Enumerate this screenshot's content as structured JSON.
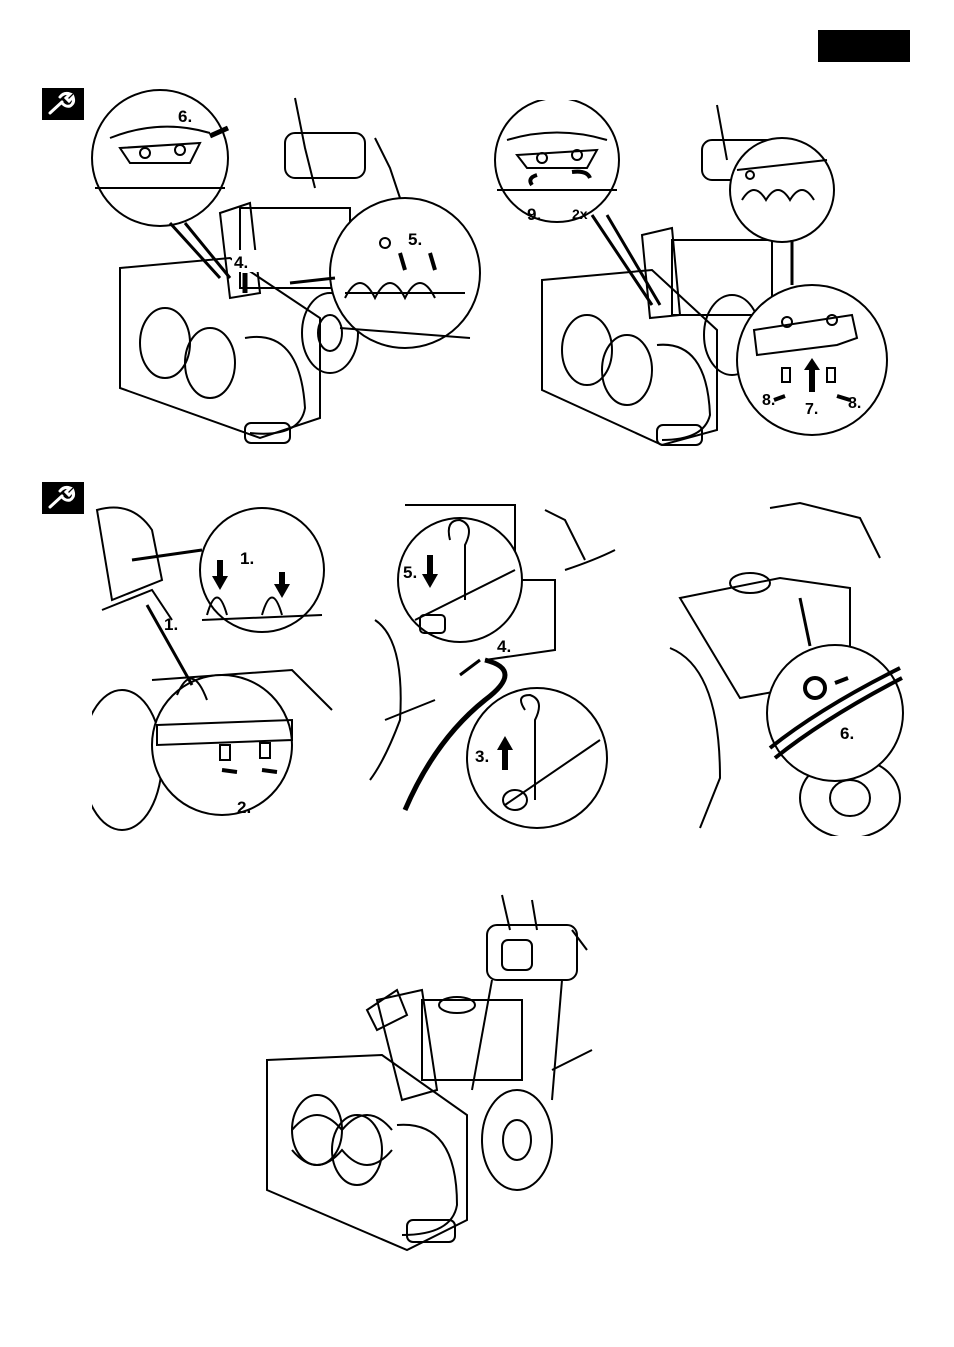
{
  "page": {
    "corner_tab_color": "#000000"
  },
  "section1": {
    "icon": "wrench-icon",
    "left_figure": {
      "labels": {
        "step6": "6.",
        "step5": "5.",
        "step4": "4."
      }
    },
    "right_figure": {
      "labels": {
        "step9": "9.",
        "times": "2x",
        "step8a": "8.",
        "step7": "7.",
        "step8b": "8."
      }
    }
  },
  "section2": {
    "icon": "wrench-icon",
    "panel_left": {
      "labels": {
        "step1a": "1.",
        "step1b": "1.",
        "step2": "2."
      }
    },
    "panel_middle": {
      "labels": {
        "step5": "5.",
        "step4": "4.",
        "step3": "3."
      }
    },
    "panel_right": {
      "labels": {
        "step6": "6."
      }
    }
  },
  "final_figure": {
    "subject": "assembled-snow-thrower"
  }
}
